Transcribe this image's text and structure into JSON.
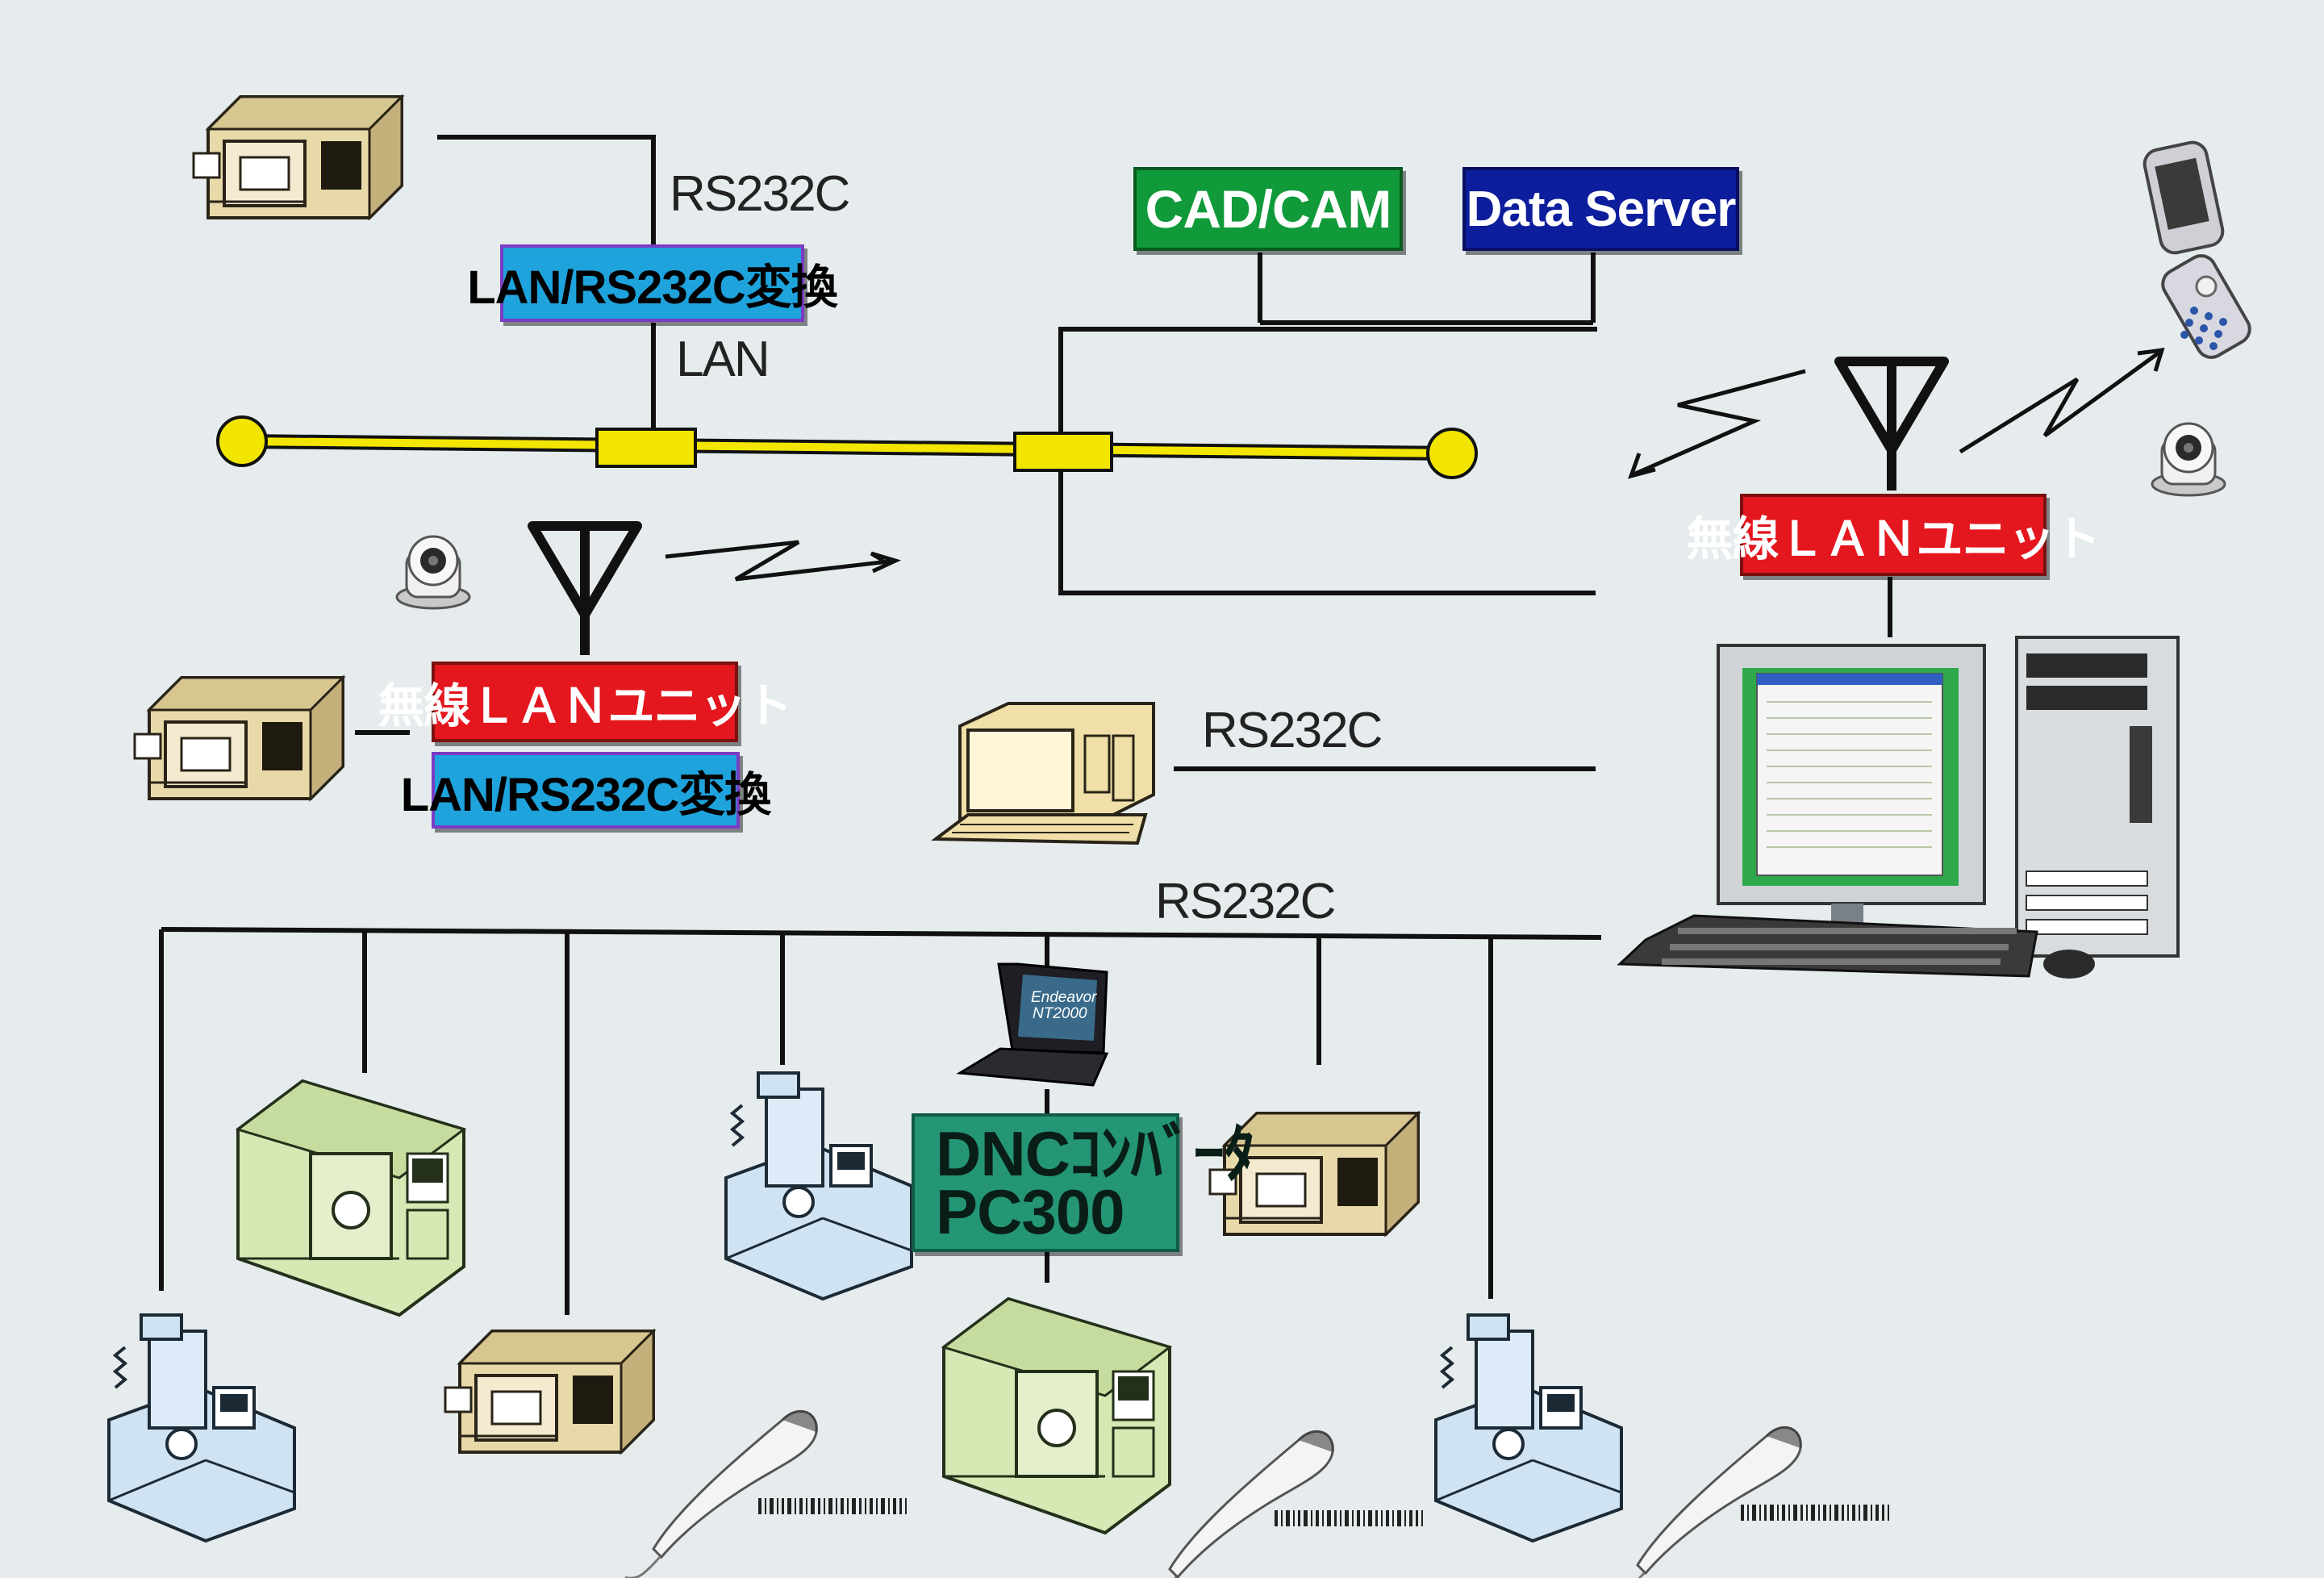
{
  "boxes": {
    "conv_top": "LAN/RS232C変換",
    "conv_left": "LAN/RS232C変換",
    "wlan_left": "無線ＬＡＮユニット",
    "wlan_right": "無線ＬＡＮユニット",
    "cadcam": "CAD/CAM",
    "data_server": "Data Server",
    "dnc_line1": "DNCｺﾝﾊﾞｰﾀ",
    "dnc_line2": "PC300"
  },
  "labels": {
    "rs232c_top": "RS232C",
    "lan": "LAN",
    "rs232c_mid": "RS232C",
    "rs232c_bus": "RS232C"
  },
  "laptop_screen": {
    "line1": "Endeavor",
    "line2": "NT2000"
  },
  "colors": {
    "background": "#e6eced",
    "lan_bus": "#f2e600",
    "wire": "#111111",
    "converter": "#1fa3dc",
    "wireless_unit": "#e4161e",
    "cadcam": "#109a3a",
    "data_server": "#0d1e9c",
    "dnc_converter": "#249676",
    "machine_tan": "#e8d9a8",
    "machine_green": "#d6e8b4",
    "machine_blue": "#cfe3f2"
  }
}
